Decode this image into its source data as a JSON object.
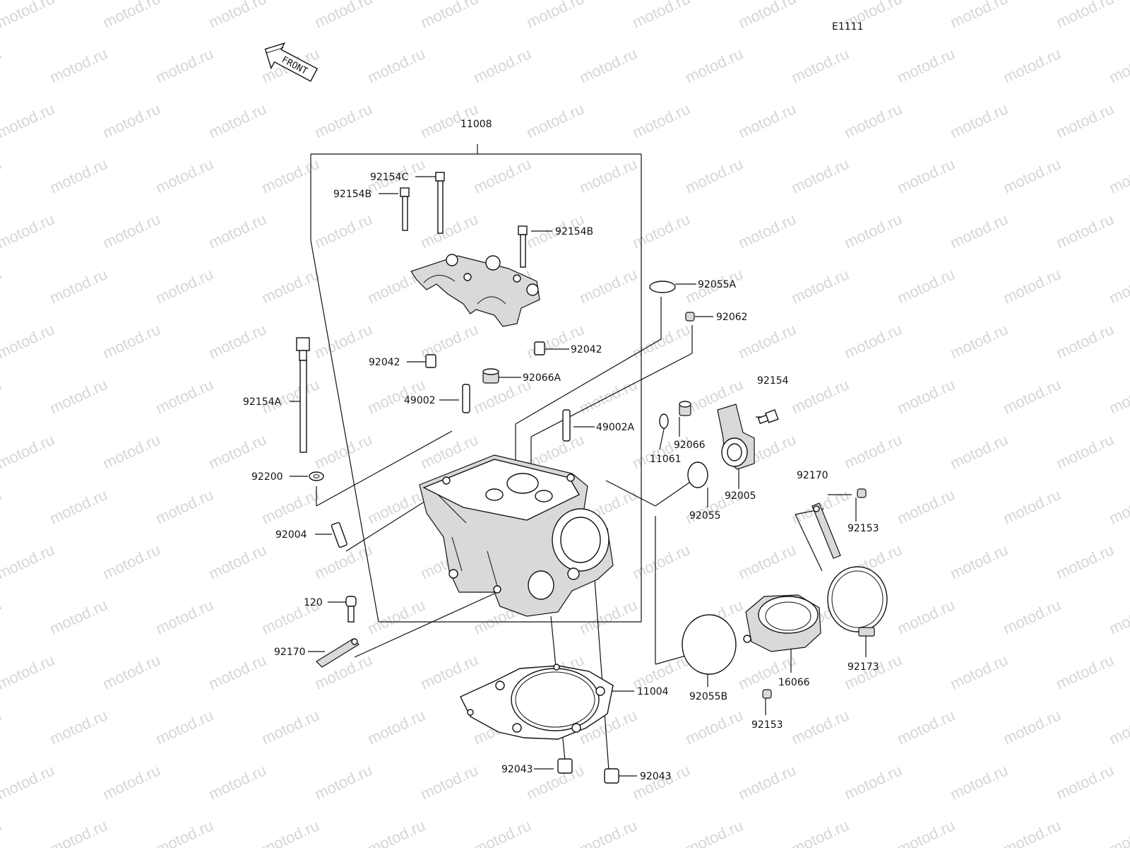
{
  "diagram_code": "E1111",
  "watermark_text": "motod.ru",
  "front_arrow_text": "FRONT",
  "labels": {
    "l11008": "11008",
    "l92154C": "92154C",
    "l92154B_a": "92154B",
    "l92154B_b": "92154B",
    "l92055A": "92055A",
    "l92062": "92062",
    "l92042_a": "92042",
    "l92042_b": "92042",
    "l92066A": "92066A",
    "l92154A": "92154A",
    "l49002": "49002",
    "l49002A": "49002A",
    "l92154": "92154",
    "l92066": "92066",
    "l11061": "11061",
    "l92200": "92200",
    "l92005": "92005",
    "l92055": "92055",
    "l92170_a": "92170",
    "l92153_a": "92153",
    "l92004": "92004",
    "l120": "120",
    "l92170_b": "92170",
    "l92173": "92173",
    "l16066": "16066",
    "l92055B": "92055B",
    "l11004": "11004",
    "l92153_b": "92153",
    "l92043_a": "92043",
    "l92043_b": "92043"
  }
}
